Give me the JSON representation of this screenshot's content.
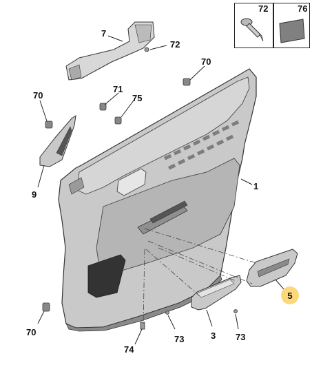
{
  "callouts": [
    {
      "id": "c7",
      "text": "7"
    },
    {
      "id": "c72a",
      "text": "72"
    },
    {
      "id": "c70a",
      "text": "70"
    },
    {
      "id": "c70b",
      "text": "70"
    },
    {
      "id": "c71",
      "text": "71"
    },
    {
      "id": "c75",
      "text": "75"
    },
    {
      "id": "c9",
      "text": "9"
    },
    {
      "id": "c1",
      "text": "1"
    },
    {
      "id": "c5",
      "text": "5"
    },
    {
      "id": "c70c",
      "text": "70"
    },
    {
      "id": "c73a",
      "text": "73"
    },
    {
      "id": "c74",
      "text": "74"
    },
    {
      "id": "c3",
      "text": "3"
    },
    {
      "id": "c73b",
      "text": "73"
    }
  ],
  "legend": {
    "left_label": "72",
    "right_label": "76",
    "left_icon": "screw-icon",
    "right_icon": "pad-icon"
  },
  "colors": {
    "panel_fill": "#c9c9c9",
    "panel_dark": "#9a9a9a",
    "panel_shadow": "#6e6e6e",
    "bracket_fill": "#d8d8d8",
    "highlight_badge": "#fdd87a",
    "outline": "#333333"
  }
}
